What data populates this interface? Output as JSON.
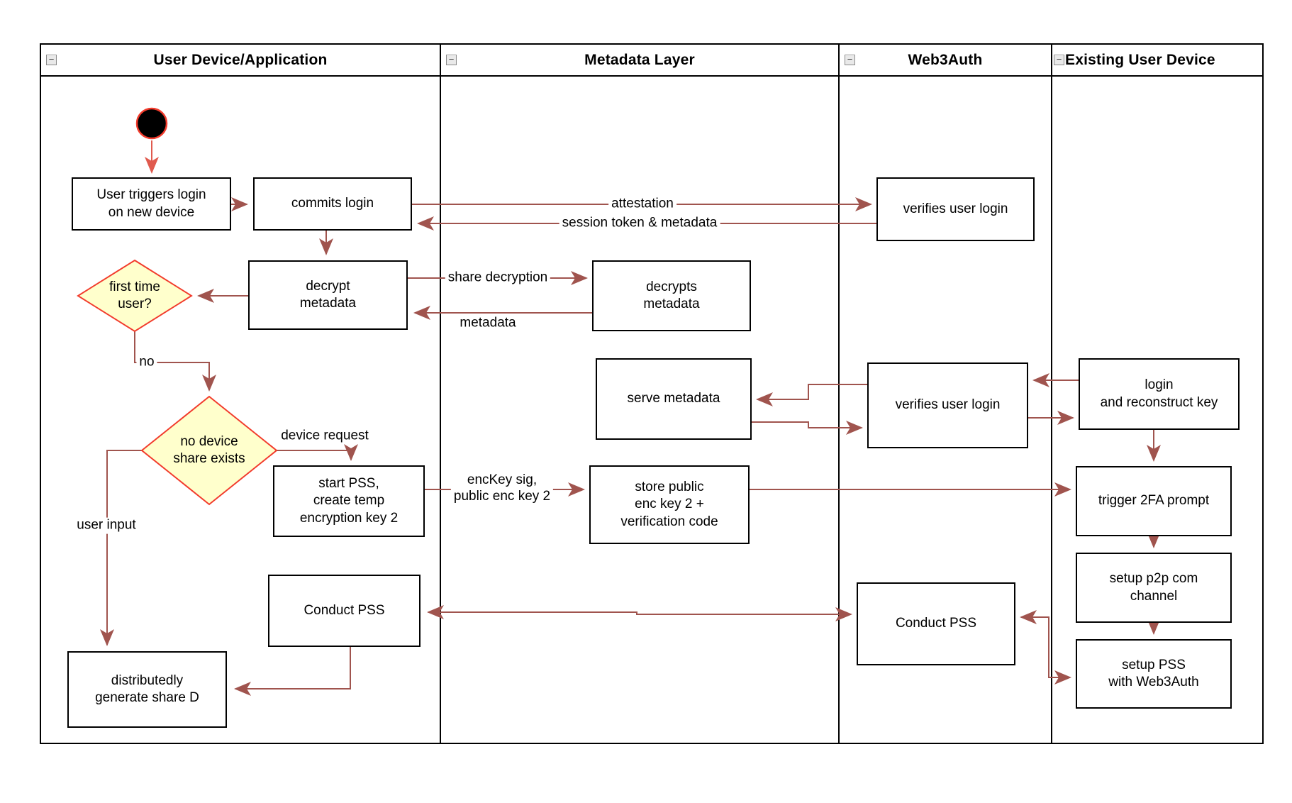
{
  "lanes": [
    {
      "label": "User Device/Application",
      "collapse_glyph": "−"
    },
    {
      "label": "Metadata Layer",
      "collapse_glyph": "−"
    },
    {
      "label": "Web3Auth",
      "collapse_glyph": "−"
    },
    {
      "label": "Existing User Device",
      "collapse_glyph": "−"
    }
  ],
  "nodes": {
    "user_triggers": {
      "label": "User triggers login\non new device"
    },
    "commits_login": {
      "label": "commits login"
    },
    "decrypt_metadata": {
      "label": "decrypt\nmetadata"
    },
    "first_time_user": {
      "label": "first time\nuser?"
    },
    "no_device_share": {
      "label": "no device\nshare exists"
    },
    "start_pss": {
      "label": "start PSS,\ncreate temp\nencryption key 2"
    },
    "conduct_pss_user": {
      "label": "Conduct PSS"
    },
    "distributedly": {
      "label": "distributedly\ngenerate share D"
    },
    "decrypts_metadata": {
      "label": "decrypts\nmetadata"
    },
    "serve_metadata": {
      "label": "serve metadata"
    },
    "store_public": {
      "label": "store public\nenc key 2 +\nverification code"
    },
    "verifies_login_1": {
      "label": "verifies user login"
    },
    "verifies_login_2": {
      "label": "verifies user login"
    },
    "conduct_pss_web3": {
      "label": "Conduct PSS"
    },
    "login_reconstruct": {
      "label": "login\nand reconstruct key"
    },
    "trigger_2fa": {
      "label": "trigger 2FA prompt"
    },
    "setup_p2p": {
      "label": "setup p2p com\nchannel"
    },
    "setup_pss": {
      "label": "setup PSS\nwith Web3Auth"
    }
  },
  "edge_labels": {
    "attestation": "attestation",
    "session_token": "session token & metadata",
    "share_decryption": "share decryption",
    "metadata_return": "metadata",
    "no_branch": "no",
    "device_request": "device request",
    "user_input": "user input",
    "enc_key": "encKey sig,\npublic enc key 2"
  },
  "colors": {
    "flow_arrow": "#a0544e",
    "start_arrow": "#e05a4e",
    "decision_stroke": "#f23b2c",
    "decision_fill": "#ffffcc",
    "node_border": "#000000",
    "node_fill": "#ffffff",
    "start_node_fill": "#000000",
    "collapse_btn_bg": "#e9e9e9"
  }
}
